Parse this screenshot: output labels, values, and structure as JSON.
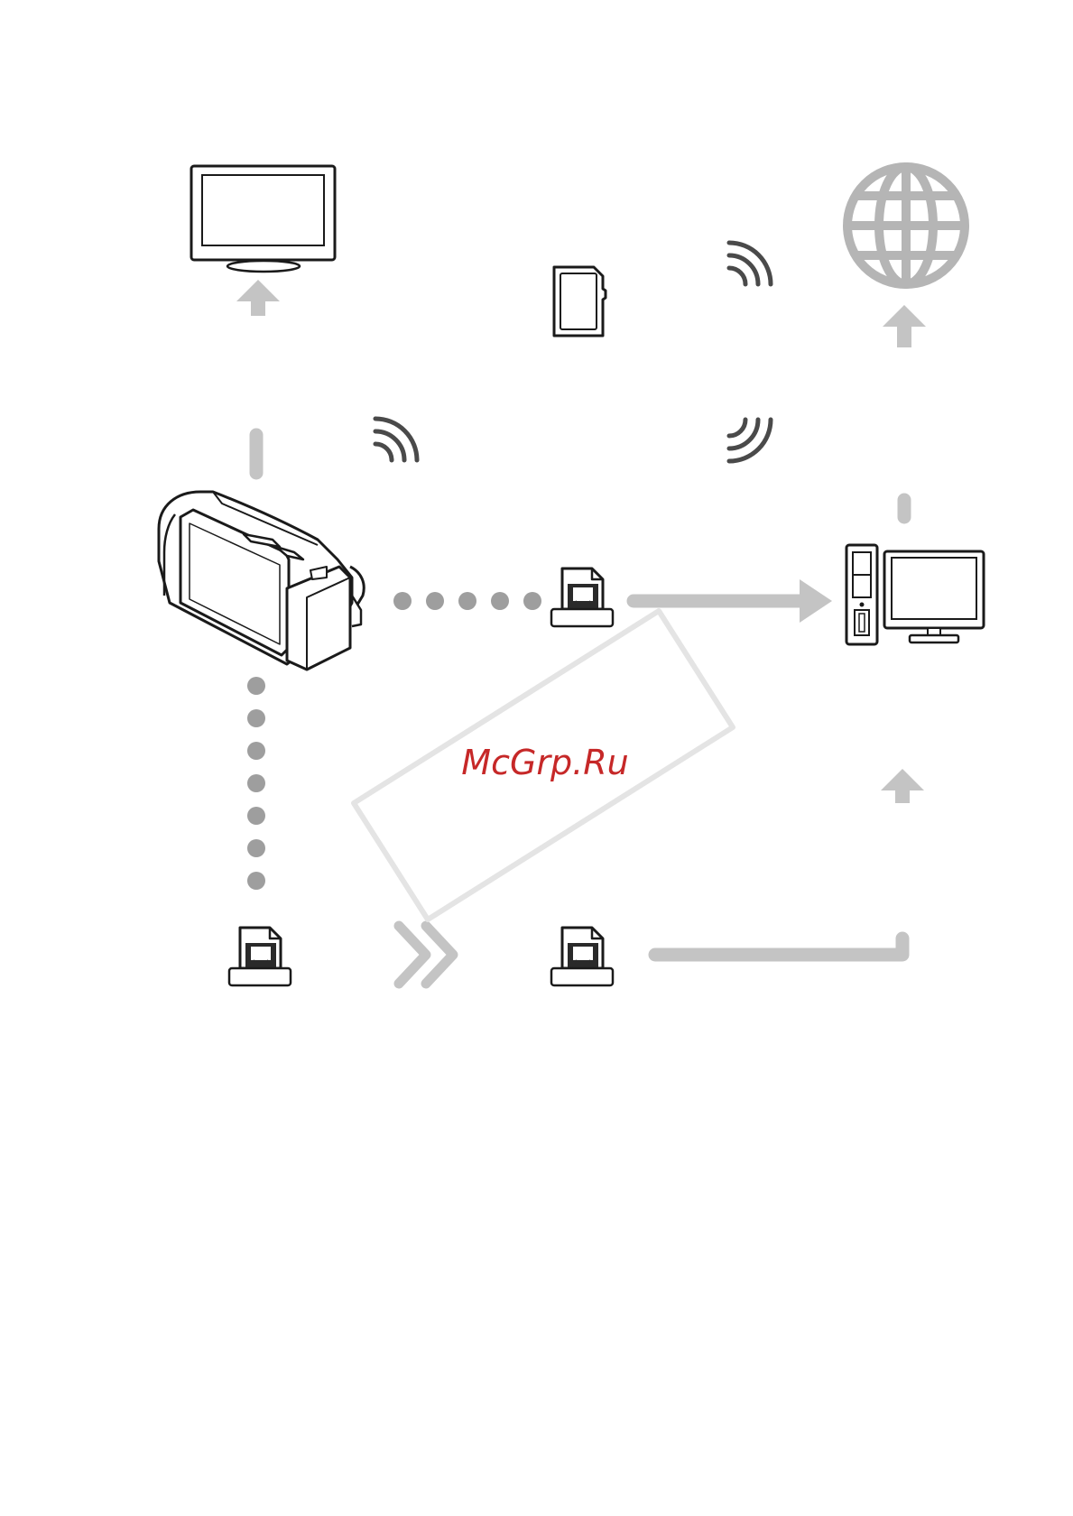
{
  "watermark": {
    "text": "McGrp.Ru"
  },
  "colors": {
    "line_dark": "#1a1a1a",
    "gray_arrow": "#c4c4c4",
    "gray_dot": "#9e9e9e",
    "gray_globe": "#b5b5b5",
    "wifi": "#4a4a4a",
    "watermark_text": "#c62828",
    "watermark_frame": "#e4e4e4"
  },
  "nodes": [
    {
      "id": "camcorder",
      "icon": "camcorder-icon"
    },
    {
      "id": "tv",
      "icon": "tv-icon"
    },
    {
      "id": "sd-card",
      "icon": "sd-card-icon"
    },
    {
      "id": "internet",
      "icon": "globe-icon"
    },
    {
      "id": "computer",
      "icon": "computer-icon"
    },
    {
      "id": "file-center",
      "icon": "video-file-icon"
    },
    {
      "id": "file-bottom-left",
      "icon": "video-file-icon"
    },
    {
      "id": "file-bottom-center",
      "icon": "video-file-icon"
    }
  ],
  "connections": [
    {
      "from": "camcorder",
      "to": "tv",
      "style": "dashed-arrow"
    },
    {
      "from": "camcorder",
      "to": "file-center",
      "style": "dotted"
    },
    {
      "from": "file-center",
      "to": "computer",
      "style": "solid-arrow"
    },
    {
      "from": "computer",
      "to": "internet",
      "style": "dashed-arrow"
    },
    {
      "from": "camcorder",
      "to": "file-bottom-left",
      "style": "dotted"
    },
    {
      "from": "file-bottom-left",
      "to": "file-bottom-center",
      "style": "chevron"
    },
    {
      "from": "file-bottom-center",
      "to": "computer",
      "style": "elbow-arrow"
    }
  ]
}
